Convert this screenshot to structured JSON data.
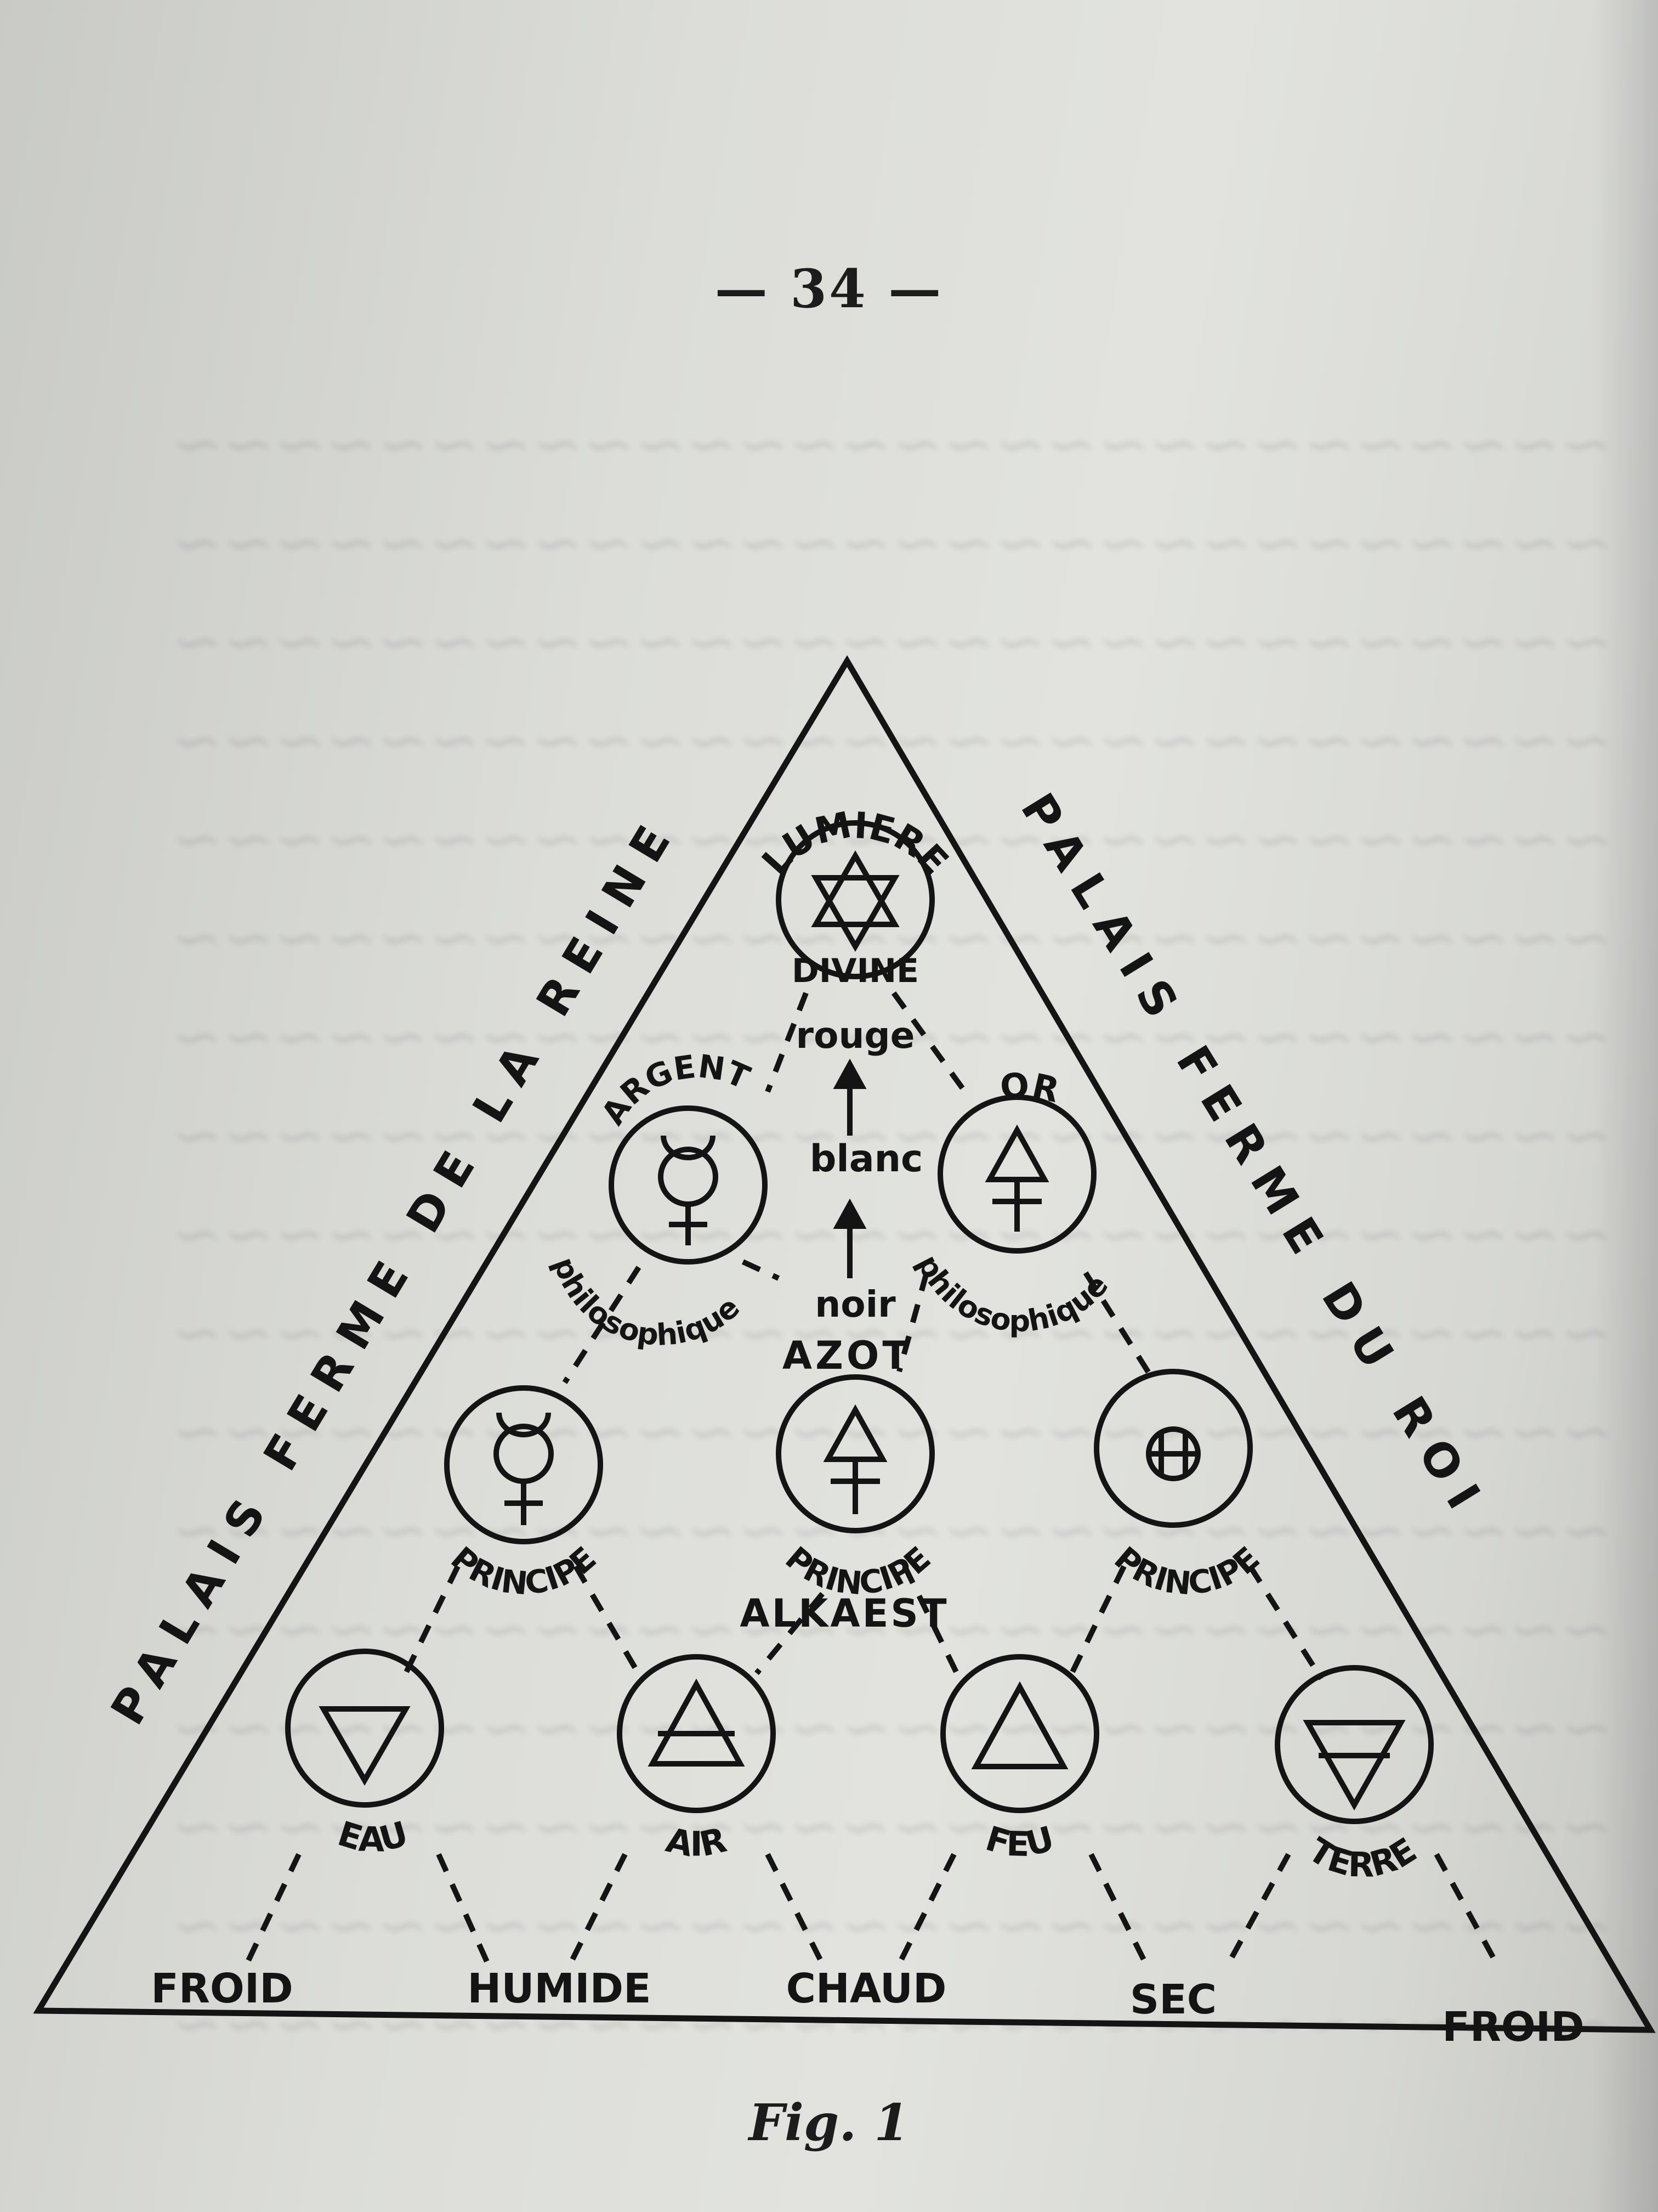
{
  "page_number": "— 34 —",
  "caption": "Fig. 1",
  "sides": {
    "left": "PALAIS FERME DE LA REINE",
    "right": "PALAIS FERME DU ROI"
  },
  "apex": {
    "upper": "LUMIERE",
    "lower": "DIVINE",
    "symbol": "hexagram-icon"
  },
  "stages": {
    "top": "rouge",
    "middle": "blanc",
    "bottom": "noir"
  },
  "philosophic": {
    "left": {
      "name": "ARGENT",
      "qualifier": "philosophique",
      "symbol": "mercury-icon"
    },
    "right": {
      "name": "OR",
      "qualifier": "philosophique",
      "symbol": "sulphur-icon"
    }
  },
  "azot": "AZOT",
  "alkaest": "ALKAEST",
  "principles": [
    {
      "label": "PRINCIPE",
      "symbol": "mercury-icon"
    },
    {
      "label": "PRINCIPE",
      "symbol": "sulphur-icon"
    },
    {
      "label": "PRINCIPE",
      "symbol": "salt-icon"
    }
  ],
  "elements": [
    {
      "label": "EAU",
      "symbol": "water-icon"
    },
    {
      "label": "AIR",
      "symbol": "air-icon"
    },
    {
      "label": "FEU",
      "symbol": "fire-icon"
    },
    {
      "label": "TERRE",
      "symbol": "earth-icon"
    }
  ],
  "qualities": [
    "FROID",
    "HUMIDE",
    "CHAUD",
    "SEC",
    "FROID"
  ],
  "colors": {
    "ink": "#141414",
    "paper": "#dcddd9"
  }
}
